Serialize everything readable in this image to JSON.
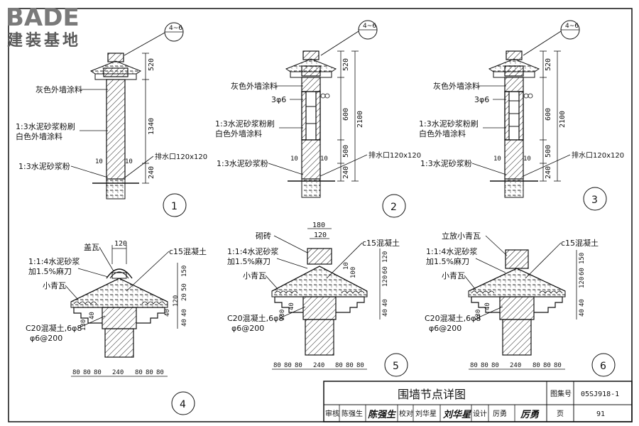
{
  "logo": {
    "brand": "BADE",
    "sub": "建装基地"
  },
  "detail_tag": "4~6",
  "labels": {
    "gray_paint": "灰色外墙涂料",
    "mortar_white": "1:3水泥砂浆粉刷",
    "white_paint": "白色外墙涂料",
    "mortar": "1:3水泥砂浆粉",
    "drain": "排水口120x120",
    "rebar": "3φ6",
    "cap_tile": "盖瓦",
    "lime_mortar": "1:1:4水泥砂浆",
    "hemp": "加1.5%麻刀",
    "small_tile": "小青瓦",
    "c15": "c15混凝土",
    "c20": "C20混凝土,6φ8",
    "stirrup": "φ6@200",
    "brick": "砌砖",
    "upright_tile": "立放小青瓦"
  },
  "dims": {
    "d520": "520",
    "d1340": "1340",
    "d240": "240",
    "d600": "600",
    "d2100": "2100",
    "d500": "500",
    "d10": "10",
    "d120": "120",
    "d180": "180",
    "d80": "80",
    "d150": "150",
    "d50": "50",
    "d20": "20",
    "d40": "40",
    "d130": "130",
    "d60": "60",
    "d100": "100"
  },
  "detail_numbers": [
    "1",
    "2",
    "3",
    "4",
    "5",
    "6"
  ],
  "title_block": {
    "title": "围墙节点详图",
    "atlas_label": "图集号",
    "atlas_no": "05SJ918-1",
    "review": "审核",
    "reviewer": "陈强生",
    "review_sign": "陈强生",
    "check": "校对",
    "checker": "刘华星",
    "check_sign": "刘华星",
    "design": "设计",
    "designer": "厉勇",
    "design_sign": "厉勇",
    "page_label": "页",
    "page_no": "91"
  }
}
